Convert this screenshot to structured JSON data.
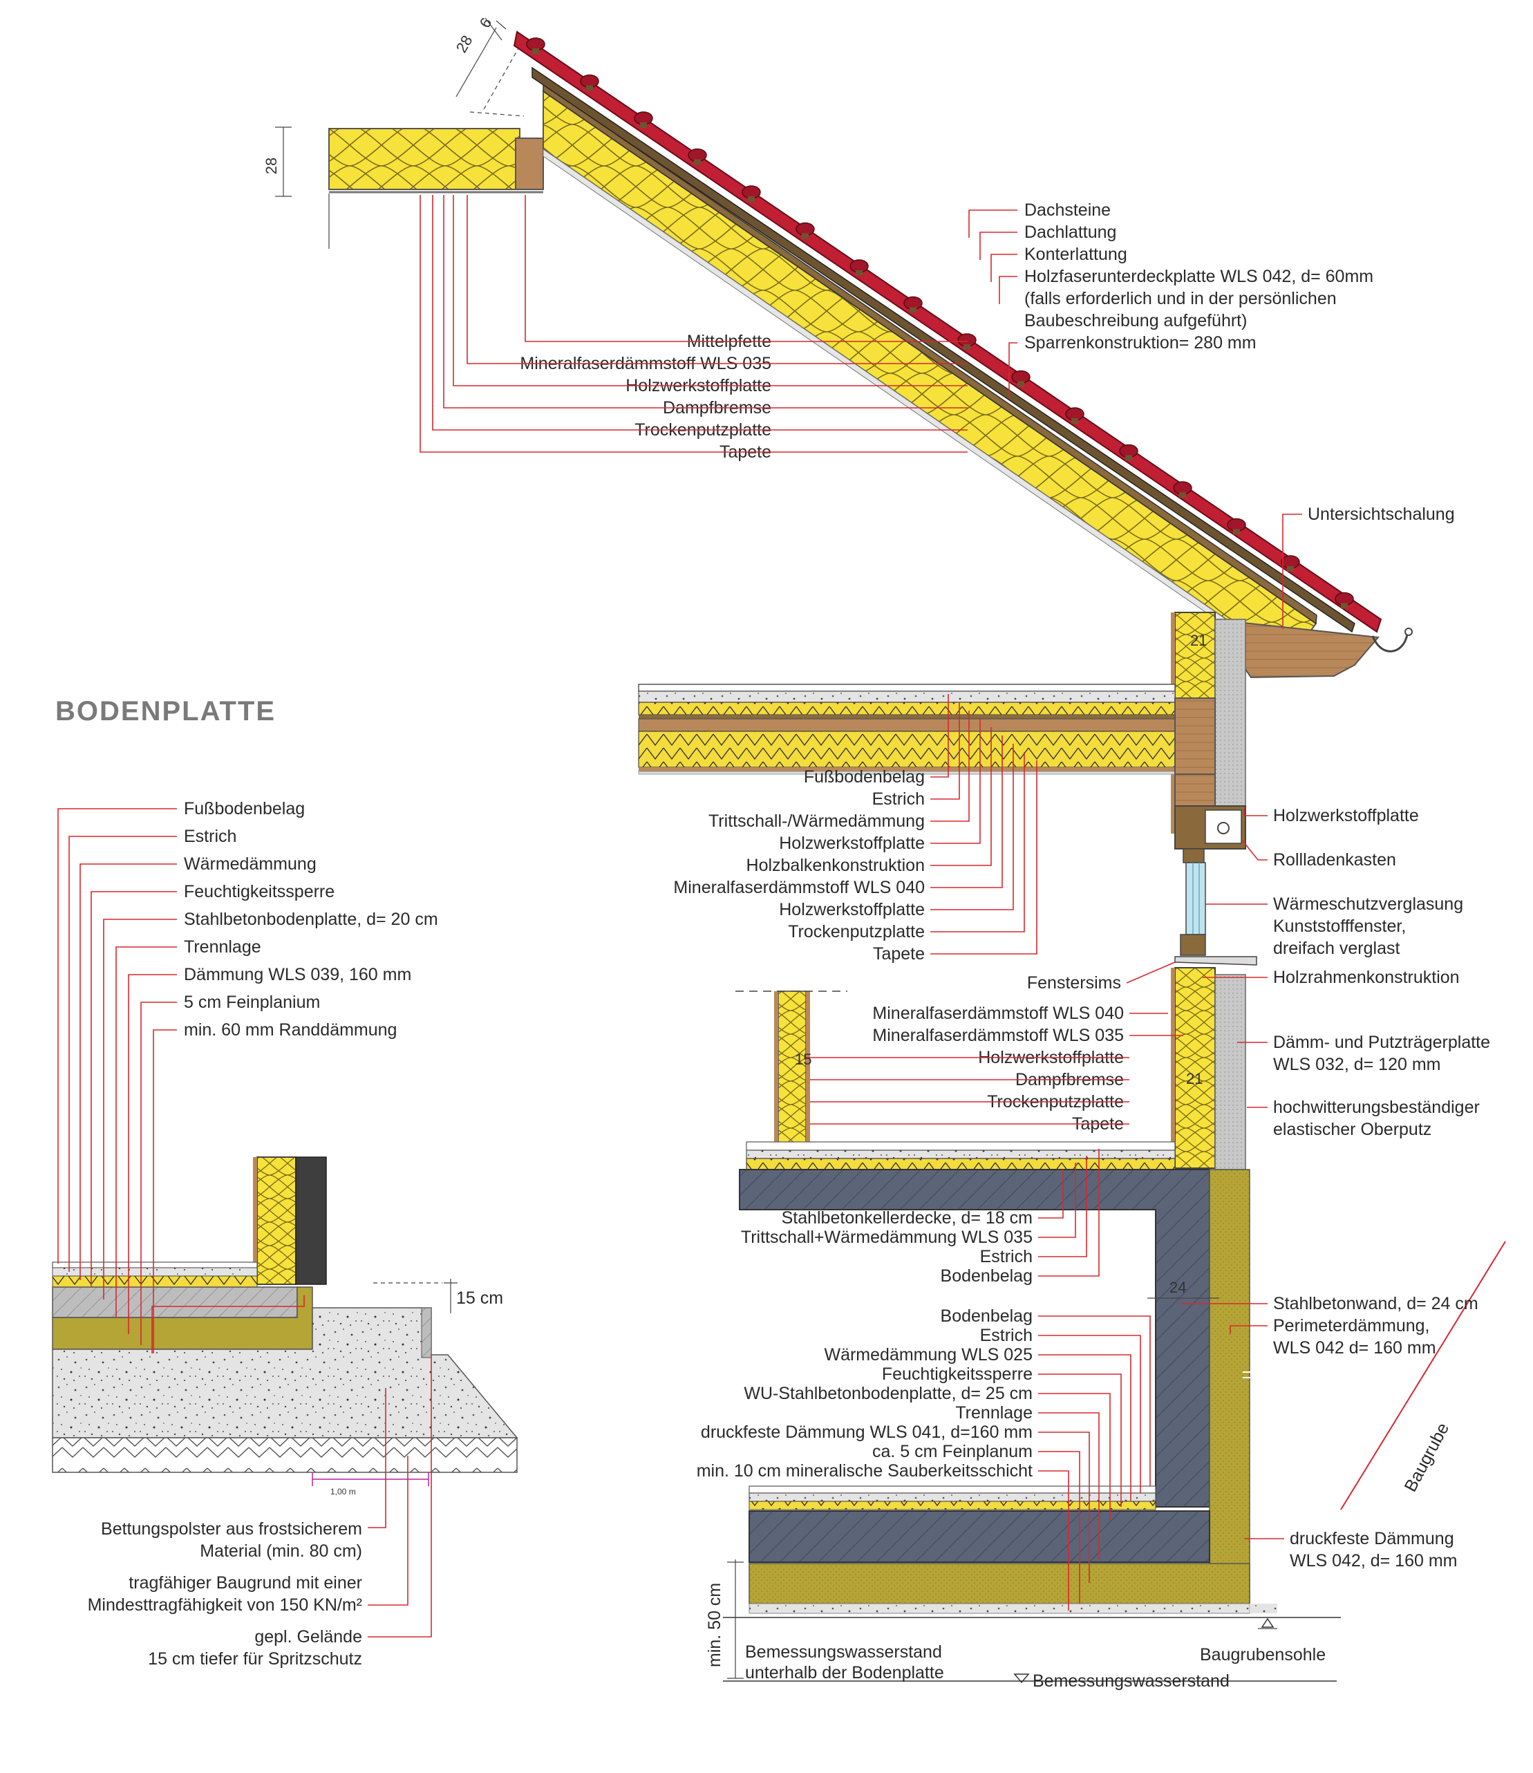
{
  "title": "BODENPLATTE",
  "colors": {
    "insulation": "#f6e23a",
    "insulation_line": "#7a6a1a",
    "wood": "#b9885a",
    "concrete": "#5c6478",
    "perimeter": "#b5a436",
    "gravel": "#dcdcdc",
    "tile": "#c01f34",
    "leader": "#d7282f"
  },
  "roof": {
    "dim_28_top": "28",
    "dim_6": "6",
    "dim_28_side": "28",
    "labels_right": [
      "Dachsteine",
      "Dachlattung",
      "Konterlattung",
      "Holzfaserunterdeckplatte WLS 042, d= 60mm",
      "(falls erforderlich und in der persönlichen",
      "Baubeschreibung aufgeführt)",
      "Sparrenkonstruktion= 280 mm"
    ],
    "labels_left": [
      "Mittelpfette",
      "Mineralfaserdämmstoff WLS 035",
      "Holzwerkstoffplatte",
      "Dampfbremse",
      "Trockenputzplatte",
      "Tapete"
    ],
    "untersicht": "Untersichtschalung"
  },
  "ceiling": {
    "labels": [
      "Fußbodenbelag",
      "Estrich",
      "Trittschall-/Wärmedämmung",
      "Holzwerkstoffplatte",
      "Holzbalkenkonstruktion",
      "Mineralfaserdämmstoff WLS 040",
      "Holzwerkstoffplatte",
      "Trockenputzplatte",
      "Tapete"
    ]
  },
  "wall_upper": {
    "dim_21": "21",
    "holzwerkstoffplatte": "Holzwerkstoffplatte",
    "rollladenkasten": "Rollladenkasten",
    "verglasung": [
      "Wärmeschutzverglasung",
      "Kunststofffenster,",
      "dreifach verglast"
    ],
    "holzrahmen": "Holzrahmenkonstruktion",
    "fenstersims": "Fenstersims"
  },
  "wall_lower": {
    "dim_21": "21",
    "dim_15": "15",
    "labels_left": [
      "Mineralfaserdämmstoff WLS 040",
      "Mineralfaserdämmstoff WLS 035",
      "Holzwerkstoffplatte",
      "Dampfbremse",
      "Trockenputzplatte",
      "Tapete"
    ],
    "daemm": [
      "Dämm- und Putzträgerplatte",
      "WLS 032, d= 120 mm"
    ],
    "oberputz": [
      "hochwitterungsbeständiger",
      "elastischer Oberputz"
    ]
  },
  "basement": {
    "kellerdecke": [
      "Stahlbetonkellerdecke, d= 18 cm",
      "Trittschall+Wärmedämmung WLS 035",
      "Estrich",
      "Bodenbelag"
    ],
    "dim_24": "24",
    "wand": [
      "Stahlbetonwand, d= 24 cm",
      "Perimeterdämmung,",
      "WLS 042 d= 160 mm"
    ],
    "boden": [
      "Bodenbelag",
      "Estrich",
      "Wärmedämmung WLS 025",
      "Feuchtigkeitssperre",
      "WU-Stahlbetonbodenplatte, d= 25 cm",
      "Trennlage",
      "druckfeste Dämmung WLS 041, d=160 mm",
      "ca. 5 cm Feinplanum",
      "min. 10 cm mineralische Sauberkeitsschicht"
    ],
    "baugrube": "Baugrube",
    "druckfest": [
      "druckfeste Dämmung",
      "WLS 042, d= 160 mm"
    ],
    "min50": "min. 50 cm",
    "bemessung_unter": [
      "Bemessungswasserstand",
      "unterhalb der Bodenplatte"
    ],
    "baugrubensohle": "Baugrubensohle",
    "bemessung": "Bemessungswasserstand"
  },
  "slab": {
    "labels": [
      "Fußbodenbelag",
      "Estrich",
      "Wärmedämmung",
      "Feuchtigkeitssperre",
      "Stahlbetonbodenplatte, d= 20 cm",
      "Trennlage",
      "Dämmung WLS 039, 160 mm",
      "5 cm Feinplanium",
      "min. 60 mm Randdämmung"
    ],
    "dim_15cm": "15 cm",
    "dim_100m": "1,00 m",
    "bottom": [
      "Bettungspolster aus frostsicherem",
      "Material (min. 80 cm)",
      "tragfähiger Baugrund mit einer",
      "Mindesttragfähigkeit von 150 KN/m²",
      "gepl. Gelände",
      "15 cm tiefer für Spritzschutz"
    ]
  }
}
